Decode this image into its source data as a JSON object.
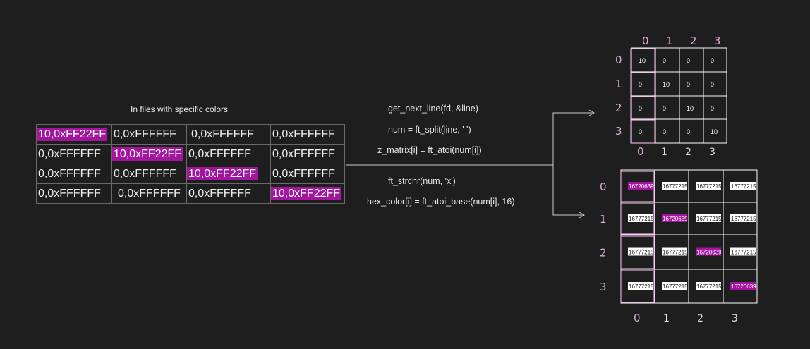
{
  "file_caption": "In files with specific colors",
  "file_rows": [
    [
      "10,0xFF22FF",
      "0,0xFFFFFF",
      "0,0xFFFFFF",
      "0,0xFFFFFF"
    ],
    [
      "0,0xFFFFFF",
      "10,0xFF22FF",
      "0,0xFFFFFF",
      "0,0xFFFFFF"
    ],
    [
      "0,0xFFFFFF",
      "0,0xFFFFFF",
      "10,0xFF22FF",
      "0,0xFFFFFF"
    ],
    [
      "0,0xFFFFFF",
      "0,0xFFFFFF",
      "0,0xFFFFFF",
      "10,0xFF22FF"
    ]
  ],
  "code_lines": {
    "gnl": "get_next_line(fd, &line)",
    "split": "num = ft_split(line, ' ')",
    "atoi": "z_matrix[i] = ft_atoi(num[i])",
    "strchr": "ft_strchr(num, 'x')",
    "atoi_base": "hex_color[i] = ft_atoi_base(num[i], 16)"
  },
  "z_matrix": [
    [
      "10",
      "0",
      "0",
      "0"
    ],
    [
      "0",
      "10",
      "0",
      "0"
    ],
    [
      "0",
      "0",
      "10",
      "0"
    ],
    [
      "0",
      "0",
      "0",
      "10"
    ]
  ],
  "color_matrix": [
    [
      "16720639",
      "16777215",
      "16777215",
      "16777215"
    ],
    [
      "16777215",
      "16720639",
      "16777215",
      "16777215"
    ],
    [
      "16777215",
      "16777215",
      "16720639",
      "16777215"
    ],
    [
      "16777215",
      "16777215",
      "16777215",
      "16720639"
    ]
  ],
  "index_labels": [
    "0",
    "1",
    "2",
    "3"
  ],
  "colors": {
    "background": "#1e1e1e",
    "highlight": "#a3159f",
    "grid_line": "#ffffff",
    "pink_handwriting": "#e0aad8"
  }
}
